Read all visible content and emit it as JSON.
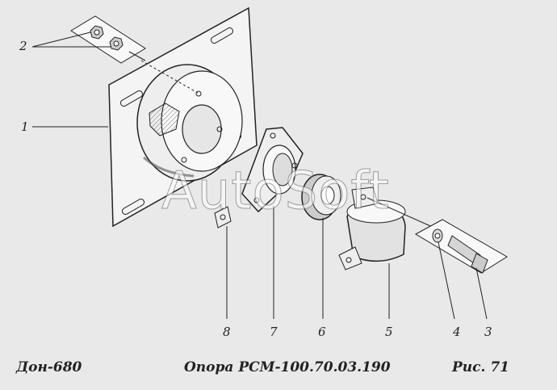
{
  "callouts": {
    "c1": "1",
    "c2": "2",
    "c3": "3",
    "c4": "4",
    "c5": "5",
    "c6": "6",
    "c7": "7",
    "c8": "8"
  },
  "caption": {
    "left": "Дон-680",
    "center": "Опора  РСМ-100.70.03.190",
    "right": "Рис.   71"
  },
  "watermark": "AutoSoft",
  "colors": {
    "background": "#e9e9e9",
    "line": "#222222",
    "plate": "#f4f4f4"
  }
}
